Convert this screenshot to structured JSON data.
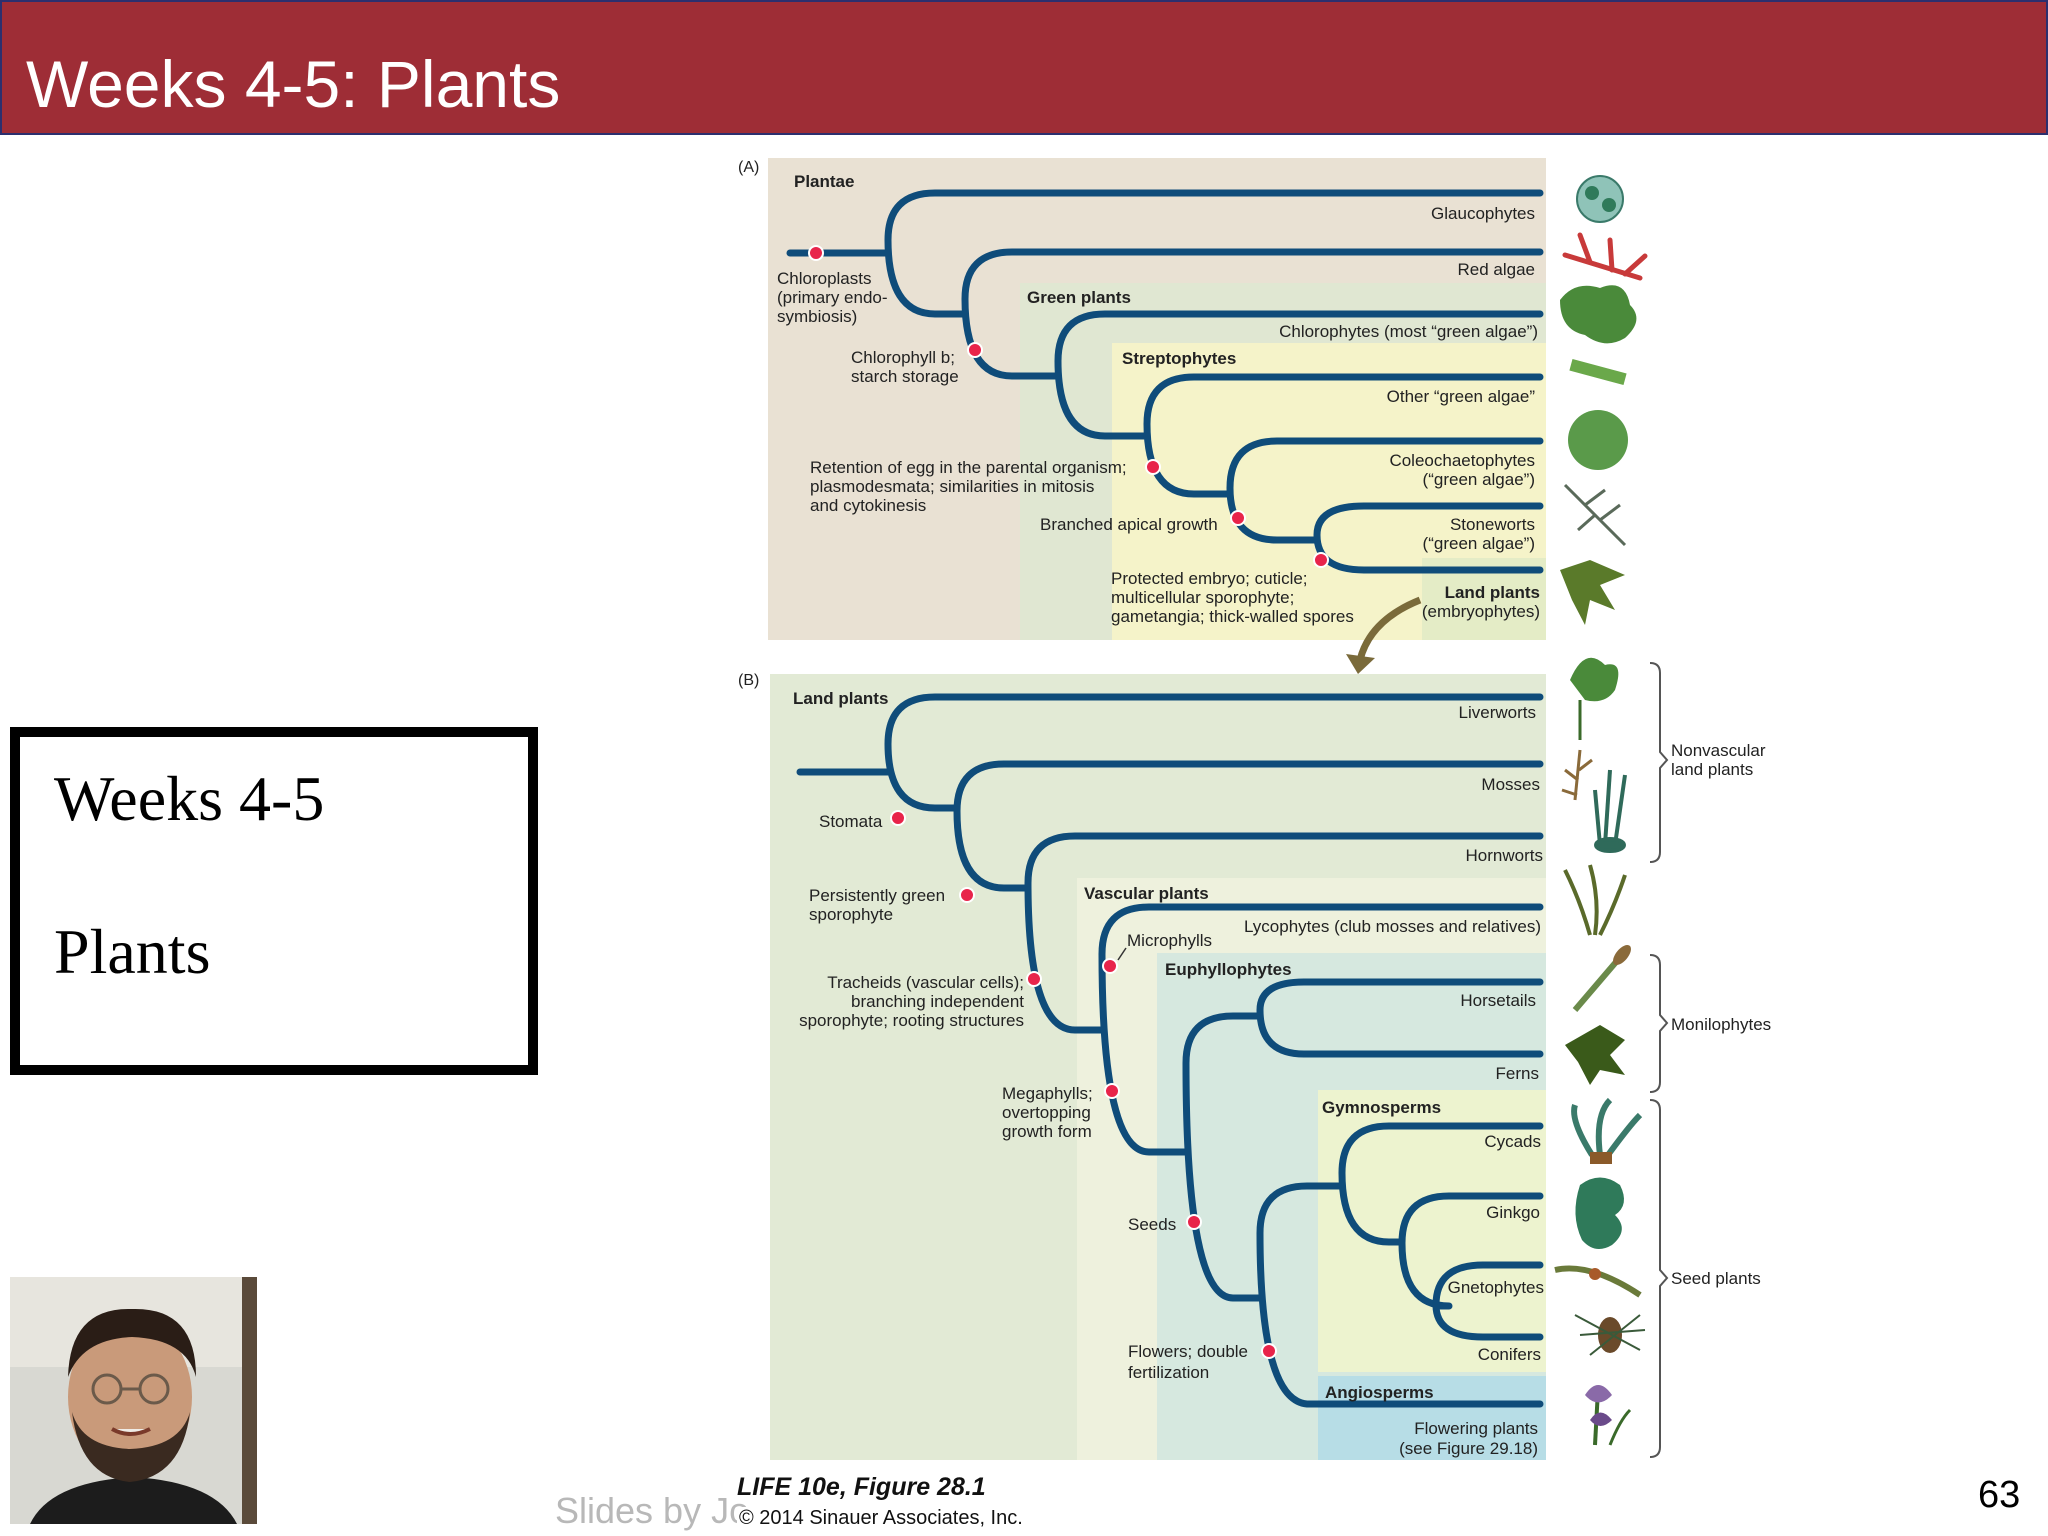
{
  "header": {
    "title": "Weeks 4-5: Plants"
  },
  "title_box": {
    "line1": "Weeks 4-5",
    "line2": "Plants"
  },
  "credit": "Slides by Jo",
  "figure_caption": {
    "line1": "LIFE 10e, Figure 28.1",
    "line2": "© 2014 Sinauer Associates, Inc."
  },
  "page_number": "63",
  "panel_a": {
    "panel_label": "(A)",
    "groups": {
      "plantae": "Plantae",
      "green_plants": "Green plants",
      "streptophytes": "Streptophytes",
      "land_plants": [
        "Land plants",
        "(embryophytes)"
      ]
    },
    "taxa": {
      "glaucophytes": [
        "Glaucophytes"
      ],
      "red_algae": [
        "Red algae"
      ],
      "chlorophytes": [
        "Chlorophytes (most “green algae”)"
      ],
      "other_green_algae": [
        "Other “green algae”"
      ],
      "coleochaetophytes": [
        "Coleochaetophytes",
        "(“green algae”)"
      ],
      "stoneworts": [
        "Stoneworts",
        "(“green algae”)"
      ]
    },
    "events": {
      "chloroplasts": [
        "Chloroplasts",
        "(primary endo-",
        "symbiosis)"
      ],
      "chlorophyll": [
        "Chlorophyll b;",
        "starch storage"
      ],
      "retention": [
        "Retention of egg in the parental organism;",
        "plasmodesmata; similarities in mitosis",
        "and cytokinesis"
      ],
      "branched": [
        "Branched apical growth"
      ],
      "protected": [
        "Protected embryo; cuticle;",
        "multicellular sporophyte;",
        "gametangia; thick-walled spores"
      ]
    },
    "icons": [
      "glaucophyte-icon",
      "red-alga-icon",
      "chlorophyte-icon",
      "green-alga-filament-icon",
      "coleochaete-icon",
      "stonewort-icon",
      "fern-frond-icon"
    ]
  },
  "panel_b": {
    "panel_label": "(B)",
    "groups": {
      "land_plants": "Land plants",
      "vascular": "Vascular plants",
      "euphyllophytes": "Euphyllophytes",
      "gymnosperms": "Gymnosperms",
      "angiosperms": "Angiosperms"
    },
    "taxa": {
      "liverworts": [
        "Liverworts"
      ],
      "mosses": [
        "Mosses"
      ],
      "hornworts": [
        "Hornworts"
      ],
      "lycophytes": [
        "Lycophytes (club mosses and relatives)"
      ],
      "horsetails": [
        "Horsetails"
      ],
      "ferns": [
        "Ferns"
      ],
      "cycads": [
        "Cycads"
      ],
      "ginkgo": [
        "Ginkgo"
      ],
      "gnetophytes": [
        "Gnetophytes"
      ],
      "conifers": [
        "Conifers"
      ],
      "flowering": [
        "Flowering plants",
        "(see Figure 29.18)"
      ]
    },
    "events": {
      "stomata": [
        "Stomata"
      ],
      "persistently": [
        "Persistently green",
        "sporophyte"
      ],
      "tracheids": [
        "Tracheids (vascular cells);",
        "branching independent",
        "sporophyte; rooting structures"
      ],
      "microphylls": [
        "Microphylls"
      ],
      "megaphylls": [
        "Megaphylls;",
        "overtopping",
        "growth form"
      ],
      "seeds": [
        "Seeds"
      ],
      "flowers": [
        "Flowers; double",
        "fertilization"
      ]
    },
    "brackets": {
      "nonvascular": [
        "Nonvascular",
        "land plants"
      ],
      "monilophytes": [
        "Monilophytes"
      ],
      "seed_plants": [
        "Seed plants"
      ]
    },
    "icons": [
      "liverwort-icon",
      "moss-icon",
      "hornwort-icon",
      "club-moss-icon",
      "horsetail-icon",
      "fern-icon",
      "cycad-icon",
      "ginkgo-icon",
      "gnetophyte-icon",
      "conifer-cone-icon",
      "iris-flower-icon"
    ]
  },
  "colors": {
    "header_bg": "#9e2d36",
    "branch": "#0f4c7a",
    "event_dot": "#e8244a",
    "plantae_bg": "#e9e1d3",
    "green_bg": "#e0e7d2",
    "strepto_bg": "#f5f3c9",
    "landplants_bg": "#e4ecc6",
    "vascular_bg": "#eef1dd",
    "euphyllo_bg": "#d6e8df",
    "gymno_bg": "#edf3cf",
    "angio_bg": "#b7dde6"
  }
}
